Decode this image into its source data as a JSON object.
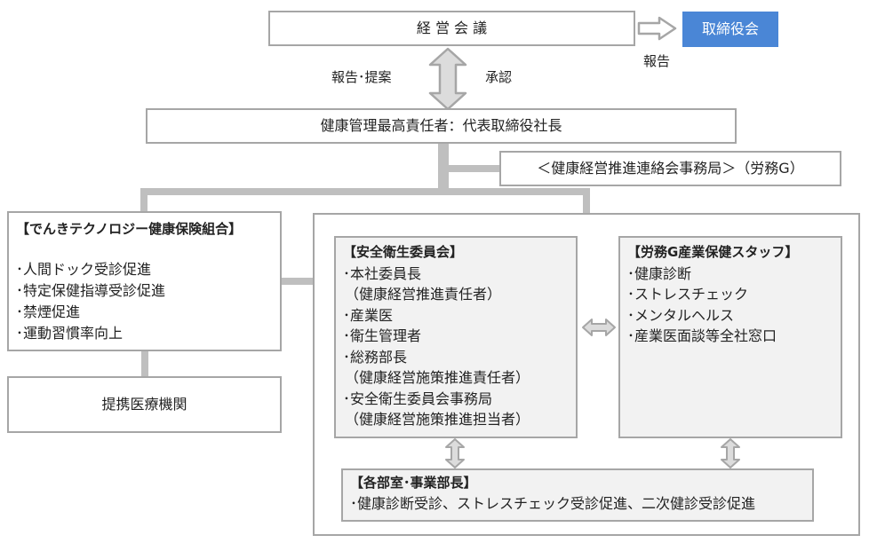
{
  "nodes": {
    "management_meeting": "経 営 会 議",
    "board": "取締役会",
    "health_officer": "健康管理最高責任者：代表取締役社長",
    "secretariat": "＜健康経営推進連絡会事務局＞（労務G）",
    "medical": "提携医療機関"
  },
  "labels": {
    "report_proposal": "報告･提案",
    "approval": "承認",
    "report": "報告"
  },
  "union": {
    "title": "【でんきテクノロジー健康保険組合】",
    "items": [
      "･人間ドック受診促進",
      "･特定保健指導受診促進",
      "･禁煙促進",
      "･運動習慣率向上"
    ]
  },
  "safety_committee": {
    "title": "【安全衛生委員会】",
    "items": [
      "･本社委員長",
      "（健康経営推進責任者）",
      "･産業医",
      "･衛生管理者",
      "･総務部長",
      "（健康経営施策推進責任者）",
      "･安全衛生委員会事務局",
      "（健康経営施策推進担当者）"
    ]
  },
  "labor_staff": {
    "title": "【労務G産業保健スタッフ】",
    "items": [
      "･健康診断",
      "･ストレスチェック",
      "･メンタルヘルス",
      "･産業医面談等全社窓口"
    ]
  },
  "departments": {
    "title": "【各部室･事業部長】",
    "text": "･健康診断受診、ストレスチェック受診促進、二次健診受診促進"
  },
  "colors": {
    "board_fill": "#4a86d6",
    "border": "#a6a6a6",
    "panel_fill": "#f2f2f2",
    "connector": "#bfbfbf"
  }
}
